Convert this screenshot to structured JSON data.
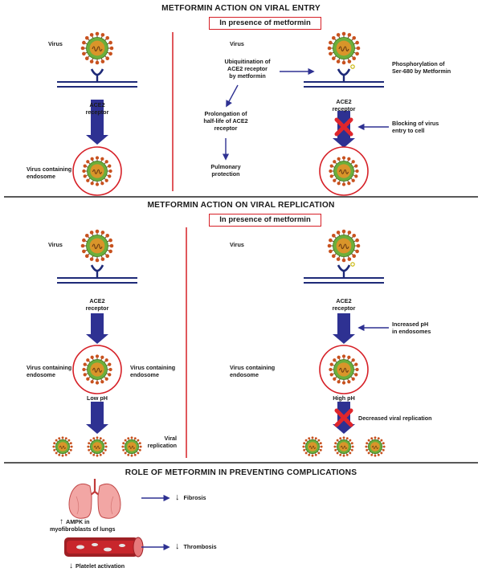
{
  "colors": {
    "accent": "#d62027",
    "arrow": "#2e3192",
    "coat": "#6cae3b",
    "core": "#d9952a",
    "spike": "#c8511e"
  },
  "entry": {
    "title": "METFORMIN ACTION ON VIRAL ENTRY",
    "presence": "In presence of metformin",
    "virus_left": "Virus",
    "receptor_left": [
      "ACE2",
      "receptor"
    ],
    "endosome_left": [
      "Virus containing",
      "endosome"
    ],
    "virus_right": "Virus",
    "ubiquitination": [
      "Ubiquitination of",
      "ACE2 receptor",
      "by metformin"
    ],
    "prolongation": [
      "Prolongation of",
      "half-life of ACE2",
      "receptor"
    ],
    "pulmonary": [
      "Pulmonary",
      "protection"
    ],
    "receptor_right": [
      "ACE2",
      "receptor"
    ],
    "phosphorylation": [
      "Phosphorylation of",
      "Ser-680 by Metformin"
    ],
    "blocking": [
      "Blocking of virus",
      "entry to cell"
    ]
  },
  "replication": {
    "title": "METFORMIN ACTION ON VIRAL REPLICATION",
    "presence": "In presence of metformin",
    "virus_left": "Virus",
    "receptor_left": [
      "ACE2",
      "receptor"
    ],
    "endosome_left": [
      "Virus containing",
      "endosome"
    ],
    "low_ph": "Low pH",
    "endosome_mid": [
      "Virus containing",
      "endosome"
    ],
    "viral_replication": [
      "Viral",
      "replication"
    ],
    "virus_right": "Virus",
    "endosome_right": [
      "Virus containing",
      "endosome"
    ],
    "receptor_right": [
      "ACE2",
      "receptor"
    ],
    "increased_ph": [
      "Increased pH",
      "in endosomes"
    ],
    "high_ph": "High pH",
    "decreased": "Decreased viral replication"
  },
  "complications": {
    "title": "ROLE OF METFORMIN IN PREVENTING COMPLICATIONS",
    "fibrosis": "Fibrosis",
    "ampk": [
      "AMPK in",
      "myofibroblasts of lungs"
    ],
    "thrombosis": "Thrombosis",
    "platelet": "Platelet activation"
  }
}
